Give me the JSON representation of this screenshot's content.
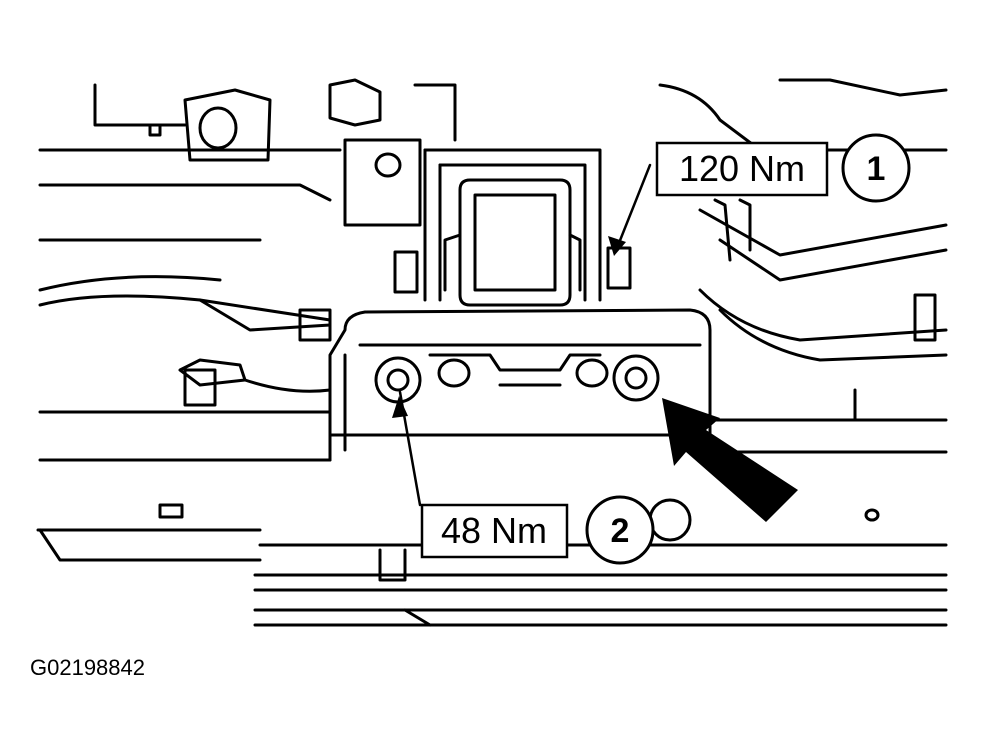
{
  "callouts": [
    {
      "number": "1",
      "torque": "120 Nm"
    },
    {
      "number": "2",
      "torque": "48 Nm"
    }
  ],
  "figure_id": "G02198842",
  "colors": {
    "line": "#000000",
    "background": "#ffffff"
  }
}
